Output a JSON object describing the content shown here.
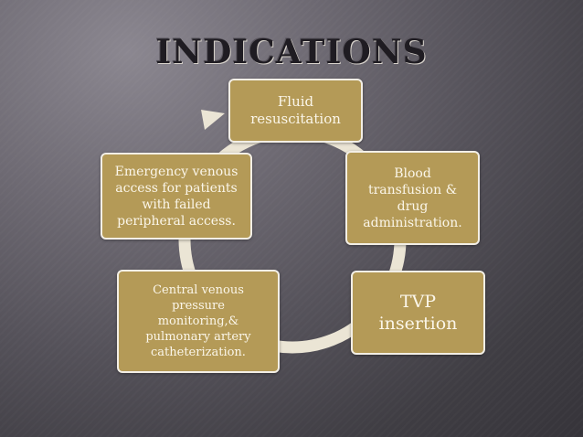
{
  "slide": {
    "title": "INDICATIONS"
  },
  "cycle": {
    "nodes": [
      {
        "id": "fluid-resuscitation",
        "label": "Fluid\nresuscitation"
      },
      {
        "id": "blood-transfusion",
        "label": "Blood\ntransfusion &\ndrug\nadministration."
      },
      {
        "id": "tvp-insertion",
        "label": "TVP\ninsertion"
      },
      {
        "id": "central-venous-pressure",
        "label": "Central venous\npressure\nmonitoring,&\npulmonary artery\ncatheterization."
      },
      {
        "id": "emergency-venous-access",
        "label": "Emergency venous\naccess for patients\nwith failed\nperipheral access."
      }
    ],
    "colors": {
      "node_fill": "#b49a57",
      "node_border": "#f3efe6",
      "ring": "#ebe5d5",
      "text": "#fbf6e9"
    }
  }
}
